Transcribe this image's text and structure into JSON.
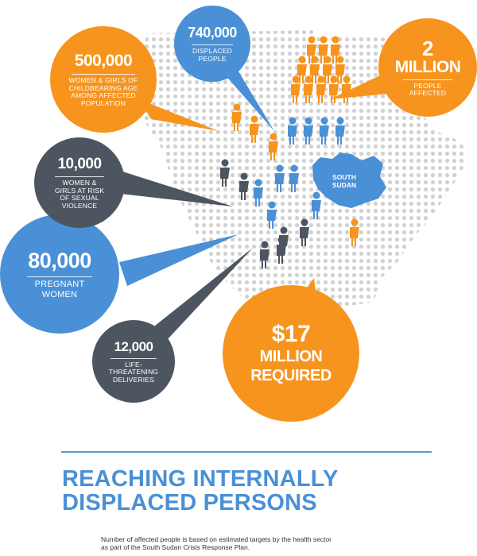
{
  "colors": {
    "orange": "#f7941d",
    "blue": "#4a90d6",
    "slate": "#4d5560",
    "map_dots": "#d2d2d2"
  },
  "callouts": {
    "displaced": {
      "number": "740,000",
      "label": "DISPLACED PEOPLE"
    },
    "women_childbearing": {
      "number": "500,000",
      "label": "WOMEN & GIRLS OF CHILDBEARING AGE AMONG AFFECTED POPULATION"
    },
    "people_affected": {
      "number_line1": "2",
      "number_line2": "MILLION",
      "label": "PEOPLE AFFECTED"
    },
    "sexual_violence": {
      "number": "10,000",
      "label": "WOMEN & GIRLS AT RISK OF SEXUAL VIOLENCE"
    },
    "pregnant": {
      "number": "80,000",
      "label": "PREGNANT WOMEN"
    },
    "deliveries": {
      "number": "12,000",
      "label": "LIFE-THREATENING DELIVERIES"
    },
    "funding": {
      "number": "$17",
      "line2": "MILLION",
      "line3": "REQUIRED"
    }
  },
  "map": {
    "country_label": "SOUTH SUDAN"
  },
  "title": {
    "line1": "REACHING INTERNALLY",
    "line2": "DISPLACED PERSONS"
  },
  "footnote": "Number of affected people is based on estimated targets by the health sector as part of the South Sudan Crisis Response Plan."
}
